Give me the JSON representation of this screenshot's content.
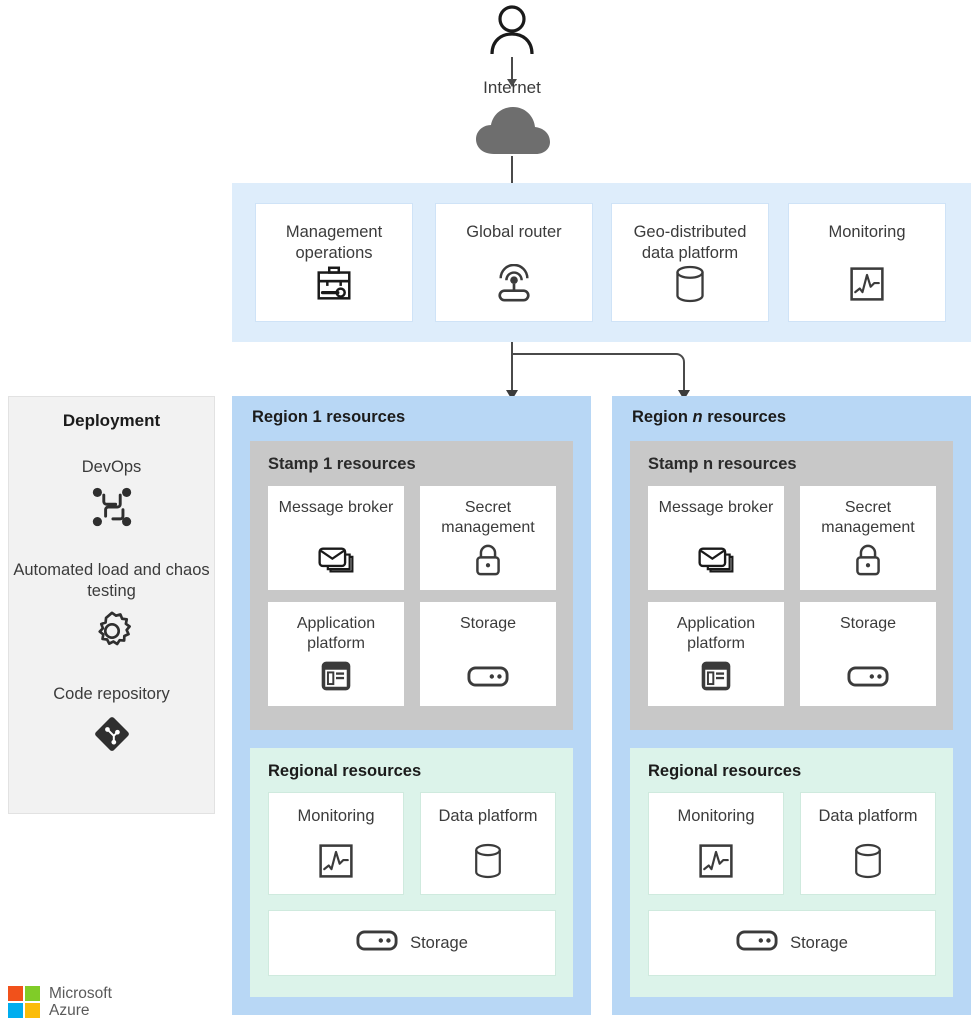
{
  "top": {
    "user_icon": "person-icon",
    "internet_label": "Internet",
    "cloud_icon": "cloud-icon"
  },
  "global_band": {
    "background_color": "#deedfb",
    "cards": [
      {
        "label": "Management operations",
        "icon": "toolbox-wrench-icon"
      },
      {
        "label": "Global router",
        "icon": "router-wifi-icon"
      },
      {
        "label": "Geo-distributed data platform",
        "icon": "database-cylinder-icon"
      },
      {
        "label": "Monitoring",
        "icon": "chart-monitor-icon"
      }
    ]
  },
  "deployment": {
    "title": "Deployment",
    "background_color": "#f2f2f2",
    "items": [
      {
        "label": "DevOps",
        "icon": "devops-nodes-icon"
      },
      {
        "label": "Automated load and chaos testing",
        "icon": "gear-icon"
      },
      {
        "label": "Code repository",
        "icon": "git-repository-icon"
      }
    ]
  },
  "regions": [
    {
      "title_prefix": "Region",
      "title_variable": "1",
      "title_suffix": "resources",
      "title_variable_italic": false,
      "background_color": "#b8d7f5",
      "stamp": {
        "title": "Stamp 1 resources",
        "background_color": "#c8c8c8",
        "cards": [
          {
            "label": "Message broker",
            "icon": "envelope-stack-icon"
          },
          {
            "label": "Secret management",
            "icon": "padlock-icon"
          },
          {
            "label": "Application platform",
            "icon": "app-window-icon"
          },
          {
            "label": "Storage",
            "icon": "storage-disk-icon"
          }
        ]
      },
      "regional": {
        "title": "Regional resources",
        "background_color": "#dcf3ea",
        "cards": [
          {
            "label": "Monitoring",
            "icon": "chart-monitor-icon"
          },
          {
            "label": "Data platform",
            "icon": "database-cylinder-icon"
          }
        ],
        "wide_card": {
          "label": "Storage",
          "icon": "storage-disk-icon"
        }
      }
    },
    {
      "title_prefix": "Region",
      "title_variable": "n",
      "title_suffix": "resources",
      "title_variable_italic": true,
      "background_color": "#b8d7f5",
      "stamp": {
        "title": "Stamp n resources",
        "background_color": "#c8c8c8",
        "cards": [
          {
            "label": "Message broker",
            "icon": "envelope-stack-icon"
          },
          {
            "label": "Secret management",
            "icon": "padlock-icon"
          },
          {
            "label": "Application platform",
            "icon": "app-window-icon"
          },
          {
            "label": "Storage",
            "icon": "storage-disk-icon"
          }
        ]
      },
      "regional": {
        "title": "Regional resources",
        "background_color": "#dcf3ea",
        "cards": [
          {
            "label": "Monitoring",
            "icon": "chart-monitor-icon"
          },
          {
            "label": "Data platform",
            "icon": "database-cylinder-icon"
          }
        ],
        "wide_card": {
          "label": "Storage",
          "icon": "storage-disk-icon"
        }
      }
    }
  ],
  "brand": {
    "line1": "Microsoft",
    "line2": "Azure",
    "colors": {
      "red": "#f1511b",
      "green": "#80cc28",
      "blue": "#00adef",
      "yellow": "#fbbc09"
    }
  }
}
